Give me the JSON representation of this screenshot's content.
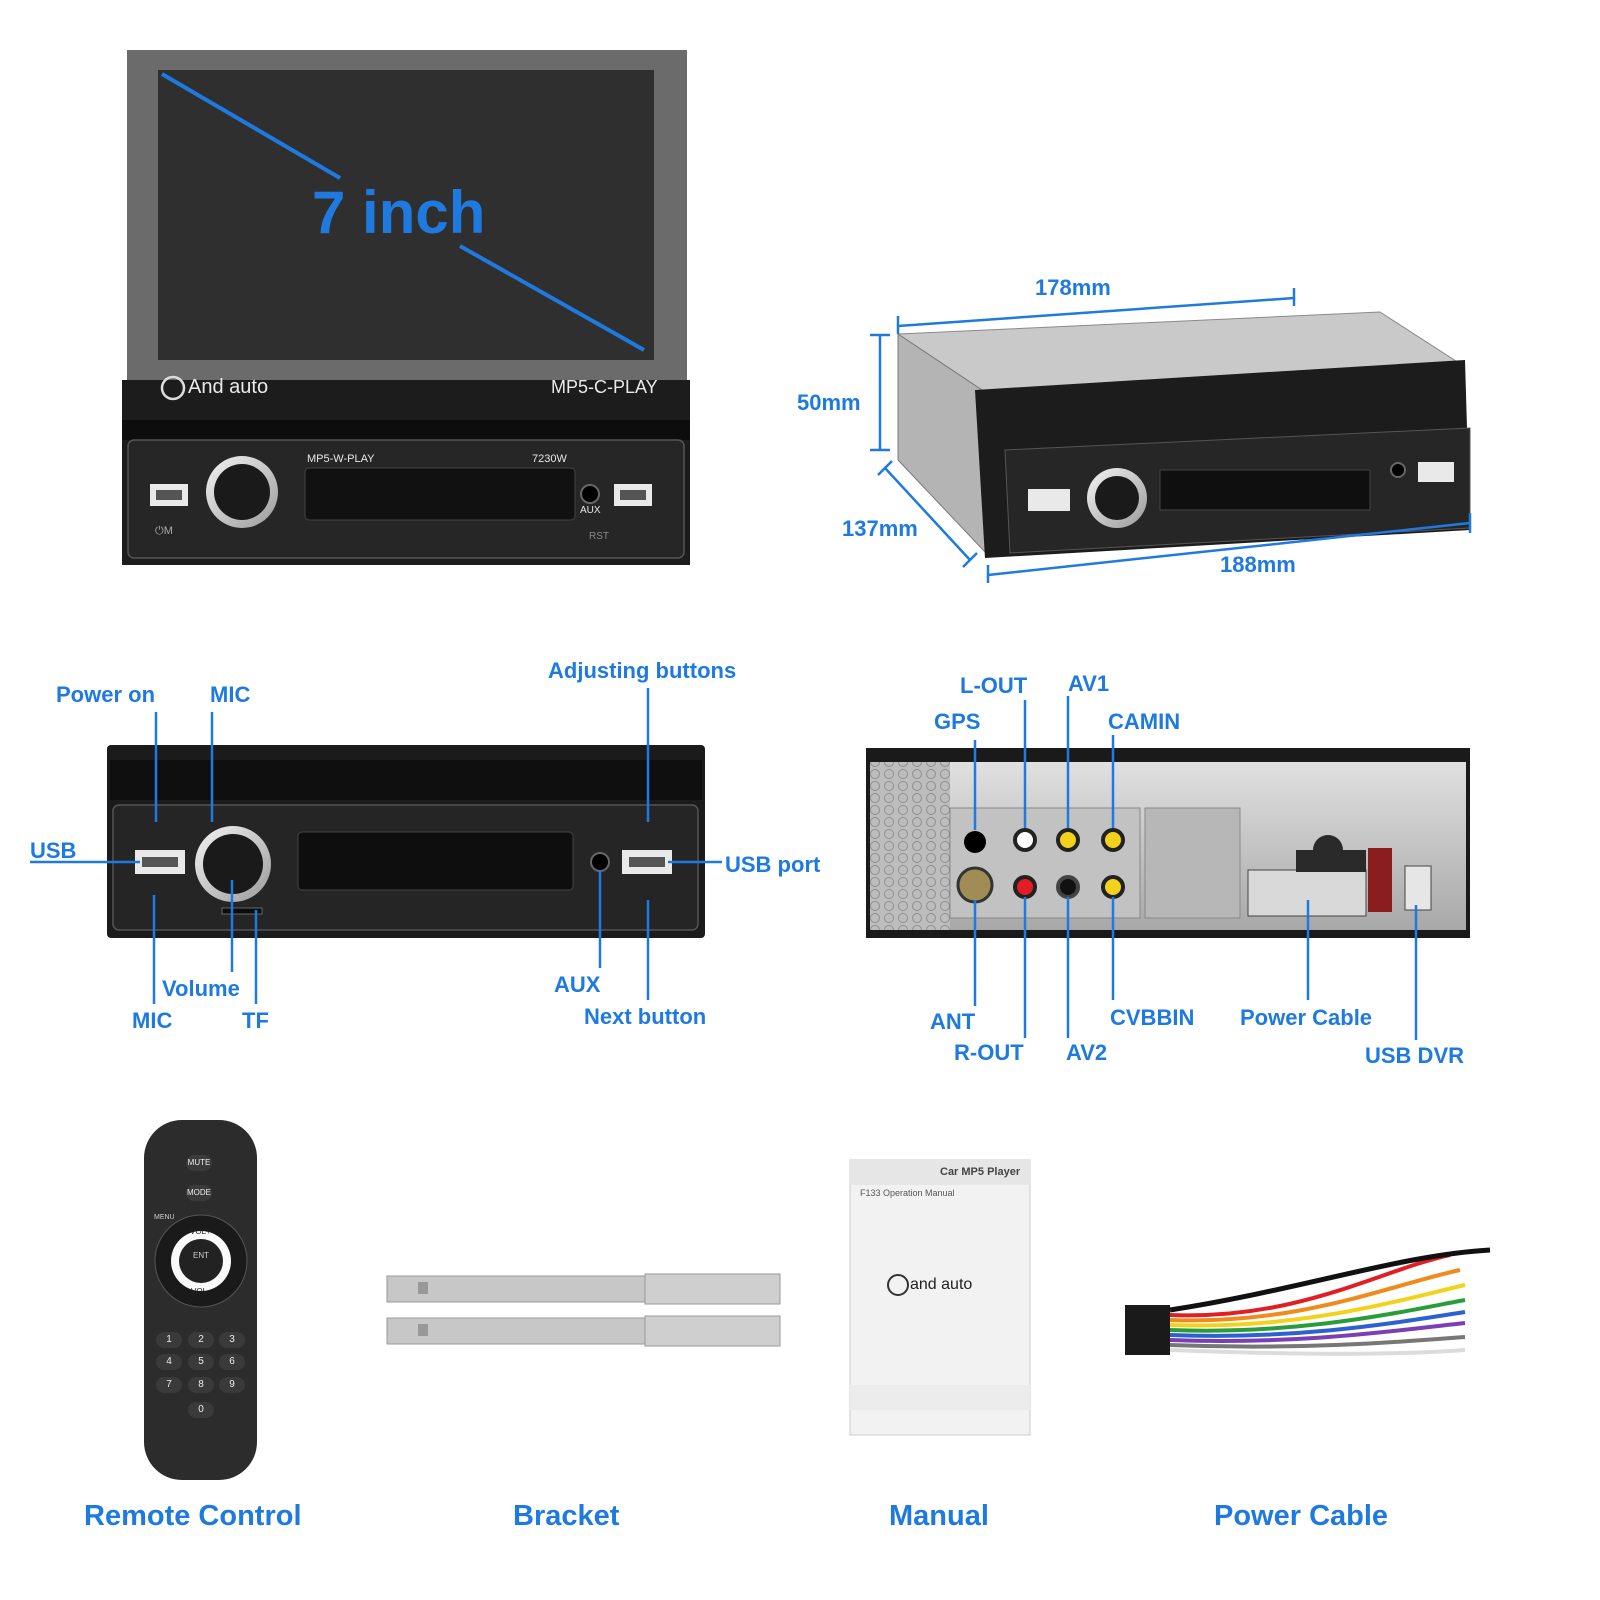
{
  "front_unit": {
    "screen_size": "7 inch",
    "brand": "And auto",
    "model_top": "MP5-C-PLAY",
    "model_panel": "MP5-W-PLAY",
    "power_rating": "7230W",
    "aux": "AUX",
    "rst": "RST",
    "mode_key": "⏻M"
  },
  "dimensions": {
    "width_top": "178mm",
    "height": "50mm",
    "depth": "137mm",
    "width_bottom": "188mm"
  },
  "front_panel_labels": {
    "power_on": "Power on",
    "mic_top": "MIC",
    "adjusting_buttons": "Adjusting buttons",
    "usb": "USB",
    "usb_port": "USB port",
    "volume": "Volume",
    "mic_bottom": "MIC",
    "tf": "TF",
    "aux": "AUX",
    "next_button": "Next button"
  },
  "rear_panel_labels": {
    "l_out": "L-OUT",
    "av1": "AV1",
    "gps": "GPS",
    "camin": "CAMIN",
    "ant": "ANT",
    "r_out": "R-OUT",
    "av2": "AV2",
    "cvbbin": "CVBBIN",
    "power_cable": "Power Cable",
    "usb_dvr": "USB DVR"
  },
  "remote": {
    "mute": "MUTE",
    "mode": "MODE",
    "menu": "MENU",
    "vol_up": "VOL+",
    "vol_down": "VOL-",
    "ent": "ENT",
    "keys": [
      "1",
      "2",
      "3",
      "4",
      "5",
      "6",
      "7",
      "8",
      "9",
      "0"
    ]
  },
  "manual": {
    "title": "Car MP5 Player",
    "subtitle": "F133 Operation Manual",
    "brand": "and auto"
  },
  "captions": {
    "remote_control": "Remote Control",
    "bracket": "Bracket",
    "manual": "Manual",
    "power_cable": "Power Cable"
  }
}
